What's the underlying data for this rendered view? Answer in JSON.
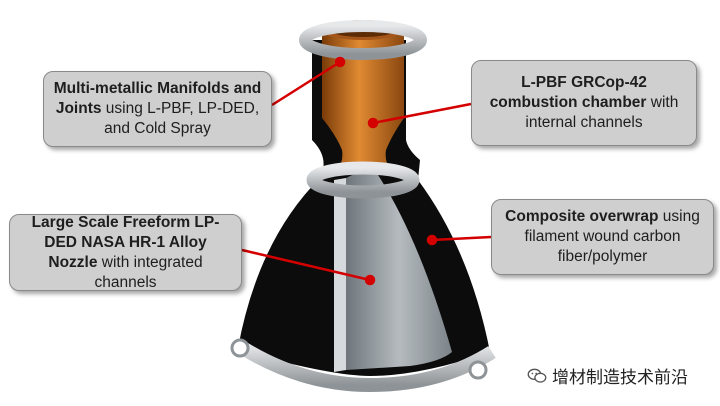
{
  "callouts": {
    "manifolds": {
      "bold": "Multi-metallic Manifolds and Joints",
      "rest": " using L-PBF, LP-DED, and Cold Spray"
    },
    "chamber": {
      "bold": "L-PBF GRCop-42 combustion chamber",
      "rest": " with internal channels"
    },
    "nozzle": {
      "bold": "Large Scale Freeform LP-DED NASA HR-1 Alloy Nozzle",
      "rest": " with integrated channels"
    },
    "overwrap": {
      "bold": "Composite overwrap",
      "rest": " using filament wound carbon fiber/polymer"
    }
  },
  "watermark": {
    "text": "增材制造技术前沿",
    "icon": "wechat-icon"
  },
  "colors": {
    "copper": "#c8701e",
    "overwrap": "#0a0a0a",
    "nozzle_inner": "#9aa1a6",
    "tube": "#bfc3c6",
    "leader": "#d40000",
    "callout_bg": "#cfcfcf"
  }
}
